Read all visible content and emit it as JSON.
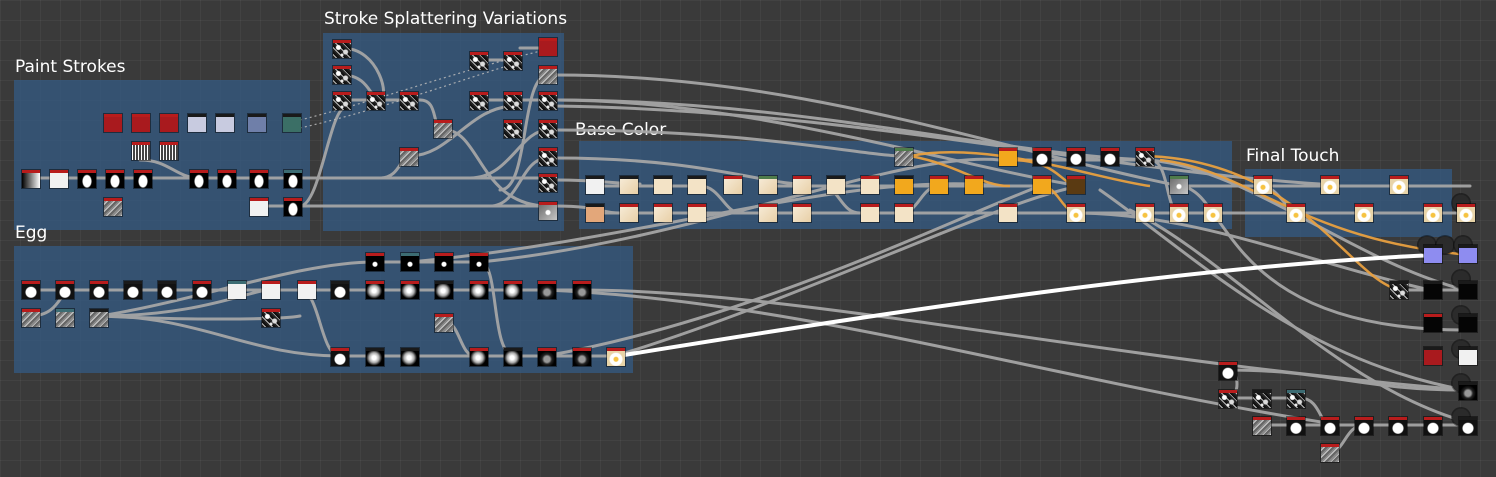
{
  "app": "Substance Designer graph",
  "frames": [
    {
      "id": "paint-strokes",
      "title": "Paint Strokes"
    },
    {
      "id": "stroke-splattering",
      "title": "Stroke Splattering Variations"
    },
    {
      "id": "base-color",
      "title": "Base Color"
    },
    {
      "id": "final-touch",
      "title": "Final Touch"
    },
    {
      "id": "egg",
      "title": "Egg"
    }
  ],
  "colors": {
    "canvas": "#3a3a3a",
    "frame": "#34587e",
    "wire": "#a8a8a8",
    "wire_color": "#e8a040",
    "wire_highlight": "#ffffff",
    "node_header": "#b81c1c"
  },
  "icons": [
    "output-node-icon",
    "3d-view-icon",
    "comment-icon"
  ]
}
